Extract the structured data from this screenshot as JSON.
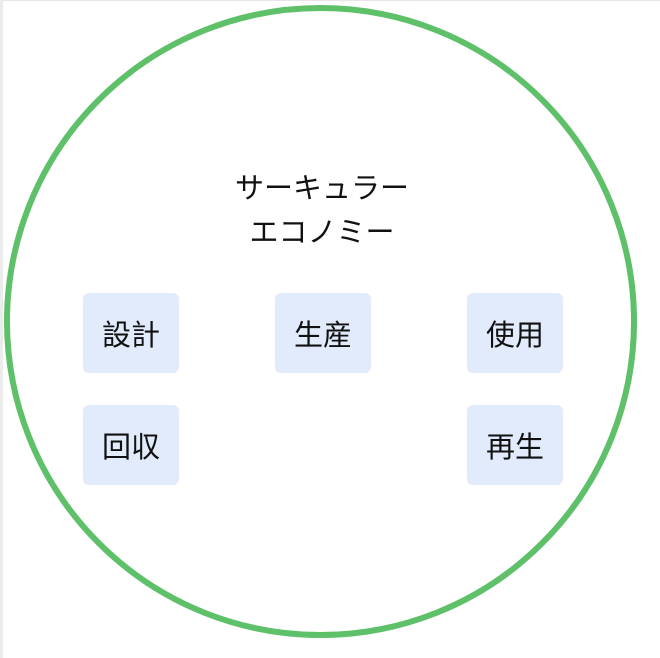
{
  "diagram": {
    "title_line1": "サーキュラー",
    "title_line2": "エコノミー",
    "nodes": [
      {
        "label": "設計"
      },
      {
        "label": "生産"
      },
      {
        "label": "使用"
      },
      {
        "label": "回収"
      },
      {
        "label": "再生"
      }
    ],
    "colors": {
      "ring": "#5fc06a",
      "node_fill": "#e1ebfb",
      "text": "#111111"
    }
  }
}
